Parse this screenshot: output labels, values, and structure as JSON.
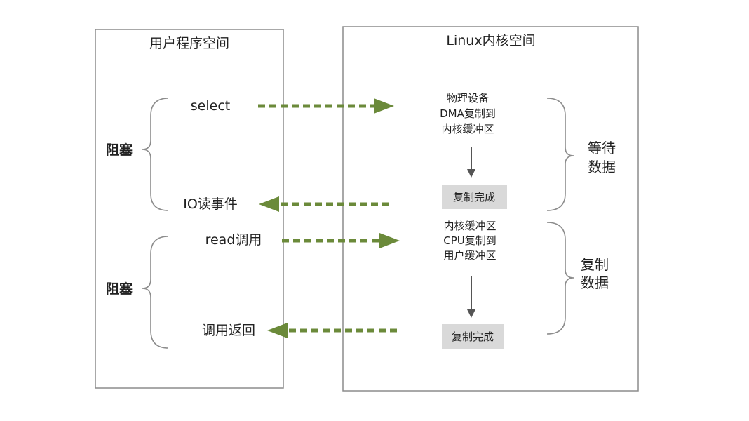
{
  "user_space": {
    "title": "用户程序空间",
    "block1_label": "阻塞",
    "block2_label": "阻塞",
    "select": "select",
    "io_read_event": "IO读事件",
    "read_call": "read调用",
    "call_return": "调用返回"
  },
  "kernel_space": {
    "title": "Linux内核空间",
    "dma_lines": [
      "物理设备",
      "DMA复制到",
      "内核缓冲区"
    ],
    "copy_done_1": "复制完成",
    "cpu_lines": [
      "内核缓冲区",
      "CPU复制到",
      "用户缓冲区"
    ],
    "copy_done_2": "复制完成",
    "wait_data": [
      "等待",
      "数据"
    ],
    "copy_data": [
      "复制",
      "数据"
    ]
  },
  "colors": {
    "arrow": "#6b8a3a",
    "box_border": "#8c8c8c",
    "brace": "#8c8c8c",
    "done_bg": "#d9d9d9"
  }
}
